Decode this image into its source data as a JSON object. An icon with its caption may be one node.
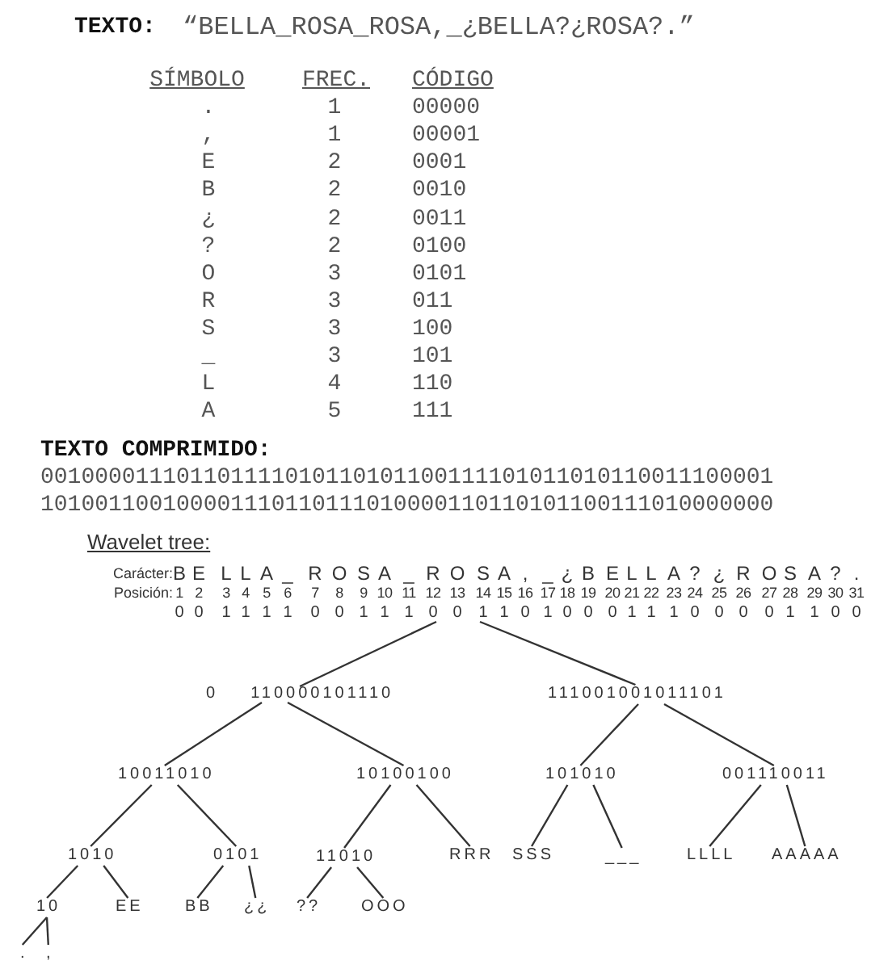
{
  "diagram": {
    "nodes": [
      {
        "text": [
          "0 0 1 1 1 1 0 0 1 1 1 0 0 1 1 0 1 0 0 0 1 1 1 0 0 0 0 1 1 0 0"
        ]
      },
      {
        "text": [
          "0",
          "110000101110"
        ]
      },
      {
        "text": [
          "111001001011101"
        ]
      },
      {
        "text": [
          "10011010"
        ]
      },
      {
        "text": [
          "10100100"
        ]
      },
      {
        "text": [
          "101010"
        ]
      },
      {
        "text": [
          "001110011"
        ]
      },
      {
        "text": [
          "1010"
        ]
      },
      {
        "text": [
          "0101"
        ]
      },
      {
        "text": [
          "11010"
        ]
      },
      {
        "text": [
          "RRR"
        ]
      },
      {
        "text": [
          "SSS"
        ]
      },
      {
        "text": [
          "___"
        ]
      },
      {
        "text": [
          "LLLL"
        ]
      },
      {
        "text": [
          "AAAAA"
        ]
      },
      {
        "text": [
          "10"
        ]
      },
      {
        "text": [
          "EE"
        ]
      },
      {
        "text": [
          "BB"
        ]
      },
      {
        "text": [
          "¿¿"
        ]
      },
      {
        "text": [
          "??"
        ]
      },
      {
        "text": [
          "OOO"
        ]
      },
      {
        "text": [
          "."
        ]
      },
      {
        "text": [
          ","
        ]
      }
    ],
    "edges": [
      {
        "from": 0,
        "to": 1,
        "arrow": "none"
      },
      {
        "from": 0,
        "to": 2,
        "arrow": "none"
      },
      {
        "from": 1,
        "to": 3,
        "arrow": "none"
      },
      {
        "from": 1,
        "to": 4,
        "arrow": "none"
      },
      {
        "from": 2,
        "to": 5,
        "arrow": "none"
      },
      {
        "from": 2,
        "to": 6,
        "arrow": "none"
      },
      {
        "from": 3,
        "to": 7,
        "arrow": "none"
      },
      {
        "from": 3,
        "to": 8,
        "arrow": "none"
      },
      {
        "from": 4,
        "to": 9,
        "arrow": "none"
      },
      {
        "from": 4,
        "to": 10,
        "arrow": "none"
      },
      {
        "from": 5,
        "to": 11,
        "arrow": "none"
      },
      {
        "from": 5,
        "to": 12,
        "arrow": "none"
      },
      {
        "from": 6,
        "to": 13,
        "arrow": "none"
      },
      {
        "from": 6,
        "to": 14,
        "arrow": "none"
      },
      {
        "from": 7,
        "to": 15,
        "arrow": "none"
      },
      {
        "from": 7,
        "to": 16,
        "arrow": "none"
      },
      {
        "from": 8,
        "to": 17,
        "arrow": "none"
      },
      {
        "from": 8,
        "to": 18,
        "arrow": "none"
      },
      {
        "from": 9,
        "to": 19,
        "arrow": "none"
      },
      {
        "from": 9,
        "to": 20,
        "arrow": "none"
      },
      {
        "from": 15,
        "to": 21,
        "arrow": "none"
      },
      {
        "from": 15,
        "to": 22,
        "arrow": "none"
      }
    ],
    "labels": [
      "TEXTO:",
      "“BELLA_ROSA_ROSA,_¿BELLA?¿ROSA?.”",
      "SÍMBOLO",
      "FREC.",
      "CÓDIGO",
      ".",
      "1",
      "00000",
      ",",
      "1",
      "00001",
      "E",
      "2",
      "0001",
      "B",
      "2",
      "0010",
      "¿",
      "2",
      "0011",
      "?",
      "2",
      "0100",
      "O",
      "3",
      "0101",
      "R",
      "3",
      "011",
      "S",
      "3",
      "100",
      "_",
      "3",
      "101",
      "L",
      "4",
      "110",
      "A",
      "5",
      "111",
      "TEXTO COMPRIMIDO:",
      "001000011101101111010110101100111101011010110011100001",
      "101001100100001110110111010000110110101100111010000000",
      "Wavelet tree:",
      "Carácter:",
      "B E L L A _ R O S A _ R O S A , _ ¿ B E L L A ? ¿ R O S A ? .",
      "Posición:",
      "1 2 3 4 5 6 7 8 9 10 11 12 13 14 15 16 17 18 19 20 21 22 23 24 25 26 27 28 29 30 31"
    ]
  }
}
